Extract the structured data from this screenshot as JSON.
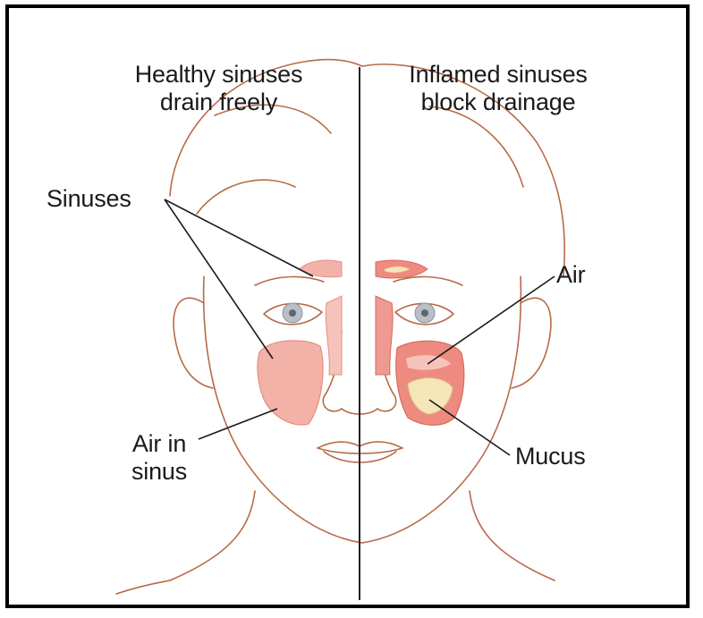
{
  "headings": {
    "left": "Healthy sinuses\ndrain freely",
    "right": "Inflamed sinuses\nblock drainage"
  },
  "labels": {
    "sinuses": "Sinuses",
    "air_in_sinus": "Air in\nsinus",
    "air": "Air",
    "mucus": "Mucus"
  },
  "colors": {
    "outline": "#b86a4a",
    "sinus_fill": "#f3b2a8",
    "inflamed_fill": "#ee8b80",
    "mucus_fill": "#f5e6b8",
    "iris": "#9aa3ad"
  }
}
